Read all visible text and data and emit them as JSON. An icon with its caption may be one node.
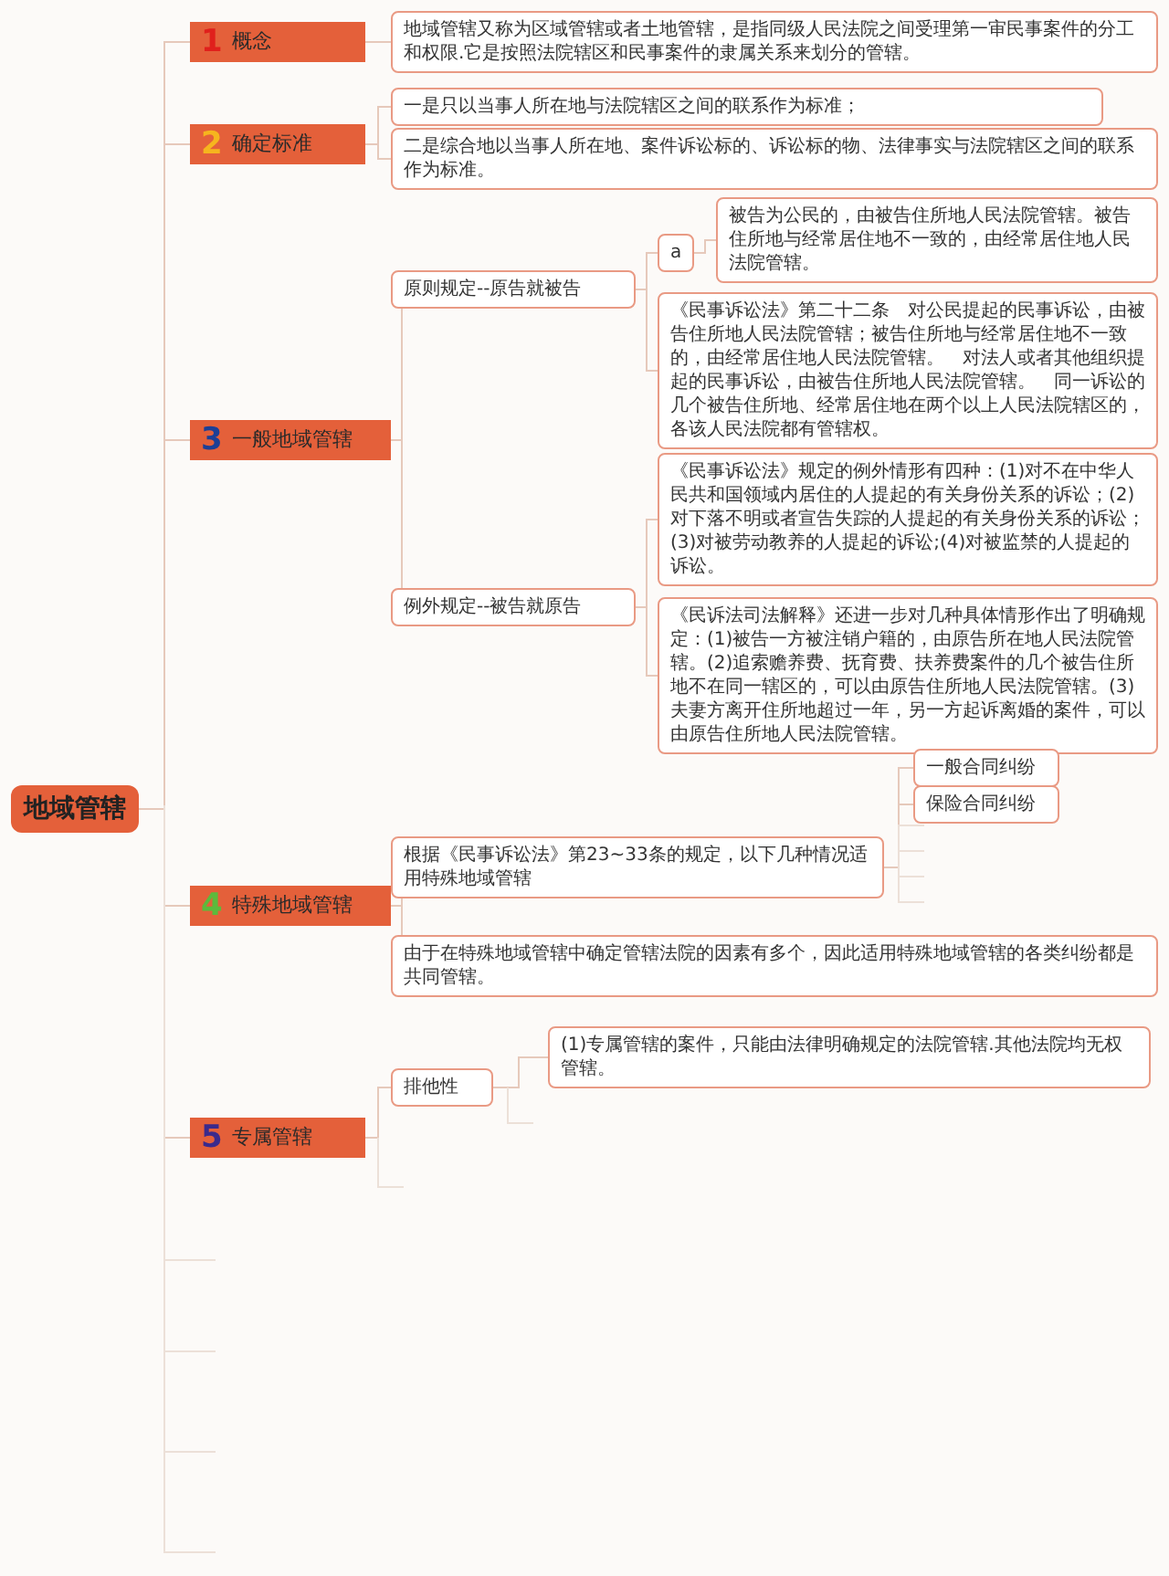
{
  "diagram": {
    "nodes": [
      {
        "text": [
          "地域管辖"
        ]
      },
      {
        "text": [
          "1",
          "概念"
        ]
      },
      {
        "text": [
          "2",
          "确定标准"
        ]
      },
      {
        "text": [
          "3",
          "一般地域管辖"
        ]
      },
      {
        "text": [
          "4",
          "特殊地域管辖"
        ]
      },
      {
        "text": [
          "5",
          "专属管辖"
        ]
      },
      {
        "text": [
          "地域管辖又称为区域管辖或者土地管辖，是指同级人民法院之间受理第一审民事案件的分工和权限.它是按照法院辖区和民事案件的隶属关系来划分的管辖。"
        ]
      },
      {
        "text": [
          "一是只以当事人所在地与法院辖区之间的联系作为标准；"
        ]
      },
      {
        "text": [
          "二是综合地以当事人所在地、案件诉讼标的、诉讼标的物、法律事实与法院辖区之间的联系作为标准。"
        ]
      },
      {
        "text": [
          "原则规定--原告就被告"
        ]
      },
      {
        "text": [
          "a"
        ]
      },
      {
        "text": [
          "被告为公民的，由被告住所地人民法院管辖。被告住所地与经常居住地不一致的，由经常居住地人民法院管辖。"
        ]
      },
      {
        "text": [
          "《民事诉讼法》第二十二条　对公民提起的民事诉讼，由被告住所地人民法院管辖；被告住所地与经常居住地不一致的，由经常居住地人民法院管辖。　对法人或者其他组织提起的民事诉讼，由被告住所地人民法院管辖。　同一诉讼的几个被告住所地、经常居住地在两个以上人民法院辖区的，各该人民法院都有管辖权。"
        ]
      },
      {
        "text": [
          "例外规定--被告就原告"
        ]
      },
      {
        "text": [
          "《民事诉讼法》规定的例外情形有四种：(1)对不在中华人民共和国领域内居住的人提起的有关身份关系的诉讼；(2)对下落不明或者宣告失踪的人提起的有关身份关系的诉讼；(3)对被劳动教养的人提起的诉讼;(4)对被监禁的人提起的诉讼。"
        ]
      },
      {
        "text": [
          "《民诉法司法解释》还进一步对几种具体情形作出了明确规定：(1)被告一方被注销户籍的，由原告所在地人民法院管辖。(2)追索赡养费、抚育费、扶养费案件的几个被告住所地不在同一辖区的，可以由原告住所地人民法院管辖。(3)夫妻方离开住所地超过一年，另一方起诉离婚的案件，可以由原告住所地人民法院管辖。"
        ]
      },
      {
        "text": [
          "根据《民事诉讼法》第23~33条的规定，以下几种情况适用特殊地域管辖"
        ]
      },
      {
        "text": [
          "一般合同纠纷"
        ]
      },
      {
        "text": [
          "保险合同纠纷"
        ]
      },
      {
        "text": [
          "由于在特殊地域管辖中确定管辖法院的因素有多个，因此适用特殊地域管辖的各类纠纷都是共同管辖。"
        ]
      },
      {
        "text": [
          "排他性"
        ]
      },
      {
        "text": [
          "(1)专属管辖的案件，只能由法律明确规定的法院管辖.其他法院均无权管辖。"
        ]
      }
    ],
    "edges": [
      {
        "from": 0,
        "to": 1,
        "arrow": "none"
      },
      {
        "from": 0,
        "to": 2,
        "arrow": "none"
      },
      {
        "from": 0,
        "to": 3,
        "arrow": "none"
      },
      {
        "from": 0,
        "to": 4,
        "arrow": "none"
      },
      {
        "from": 0,
        "to": 5,
        "arrow": "none"
      },
      {
        "from": 1,
        "to": 6,
        "arrow": "none"
      },
      {
        "from": 2,
        "to": 7,
        "arrow": "none"
      },
      {
        "from": 2,
        "to": 8,
        "arrow": "none"
      },
      {
        "from": 3,
        "to": 9,
        "arrow": "none"
      },
      {
        "from": 3,
        "to": 13,
        "arrow": "none"
      },
      {
        "from": 9,
        "to": 10,
        "arrow": "none"
      },
      {
        "from": 9,
        "to": 12,
        "arrow": "none"
      },
      {
        "from": 10,
        "to": 11,
        "arrow": "none"
      },
      {
        "from": 13,
        "to": 14,
        "arrow": "none"
      },
      {
        "from": 13,
        "to": 15,
        "arrow": "none"
      },
      {
        "from": 4,
        "to": 16,
        "arrow": "none"
      },
      {
        "from": 4,
        "to": 19,
        "arrow": "none"
      },
      {
        "from": 16,
        "to": 17,
        "arrow": "none"
      },
      {
        "from": 16,
        "to": 18,
        "arrow": "none"
      },
      {
        "from": 5,
        "to": 20,
        "arrow": "none"
      },
      {
        "from": 20,
        "to": 21,
        "arrow": "none"
      }
    ]
  }
}
